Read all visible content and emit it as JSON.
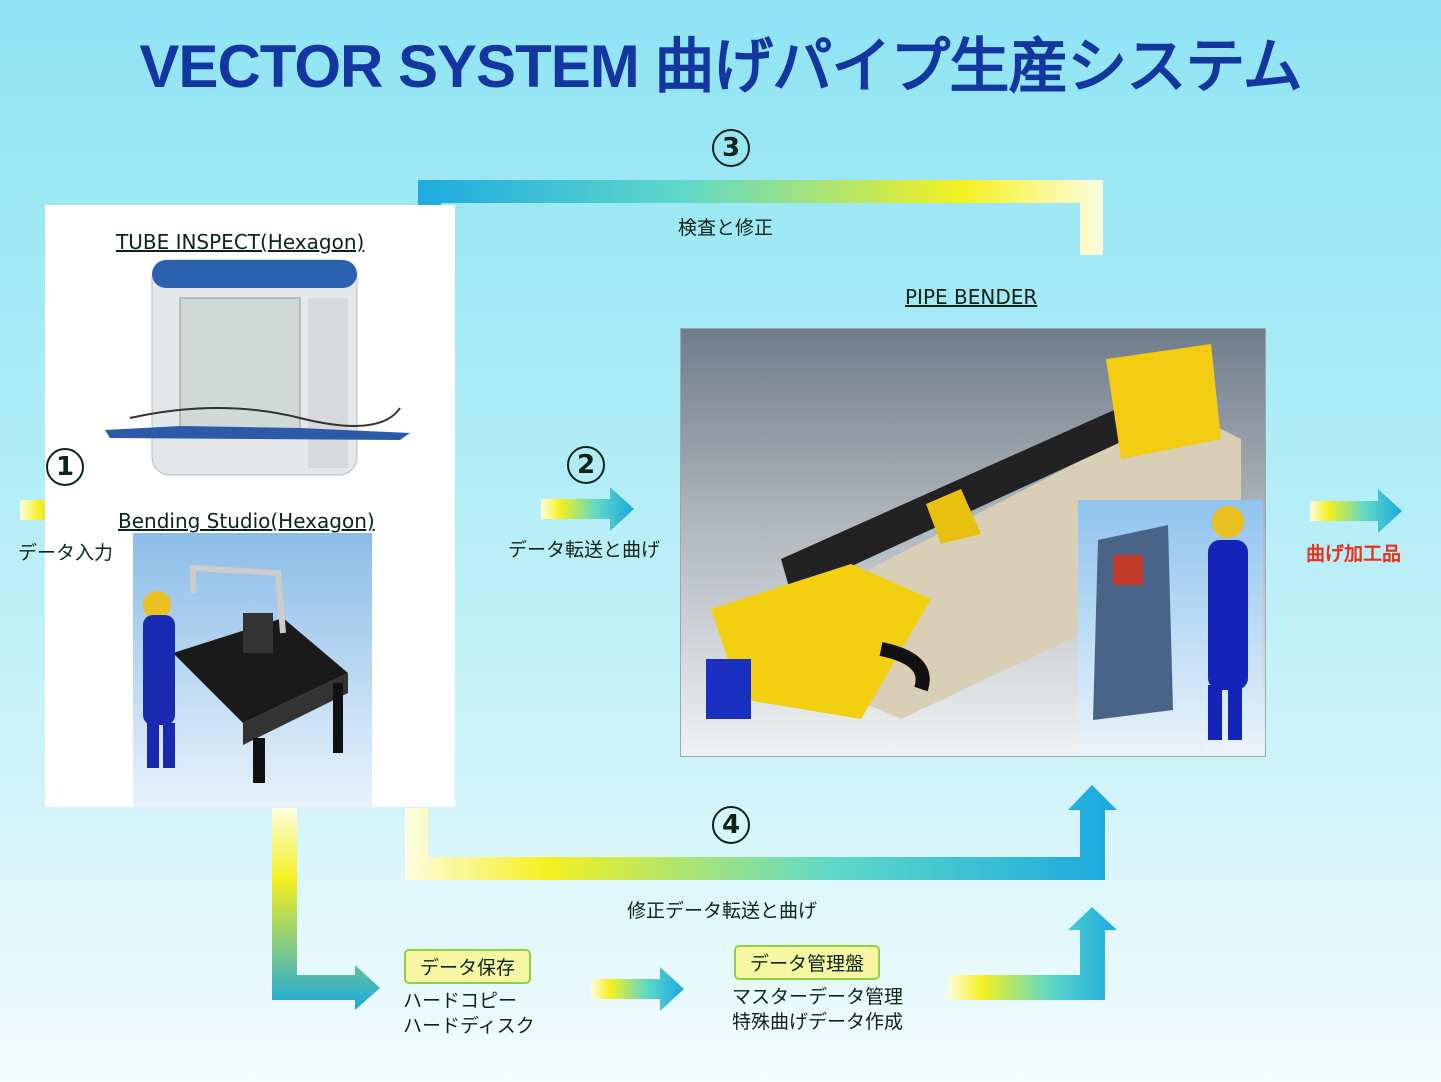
{
  "title": "VECTOR SYSTEM 曲げパイプ生産システム",
  "steps": {
    "step1": {
      "number": "1",
      "label": "データ入力"
    },
    "step2": {
      "number": "2",
      "label": "データ転送と曲げ"
    },
    "step3": {
      "number": "3",
      "label": "検査と修正"
    },
    "step4": {
      "number": "4",
      "label": "修正データ転送と曲げ"
    }
  },
  "equipment": {
    "tube_inspect": "TUBE INSPECT(Hexagon)",
    "bending_studio": "Bending Studio(Hexagon)",
    "pipe_bender": "PIPE BENDER"
  },
  "output_label": "曲げ加工品",
  "storage": {
    "tag": "データ保存",
    "lines": [
      "ハードコピー",
      "ハードディスク"
    ]
  },
  "management": {
    "tag": "データ管理盤",
    "lines": [
      "マスターデータ管理",
      "特殊曲げデータ作成"
    ]
  },
  "colors": {
    "title": "#1436a0",
    "output": "#e8321e",
    "arrow_start": "#f5f020",
    "arrow_end": "#1aa8e0"
  }
}
